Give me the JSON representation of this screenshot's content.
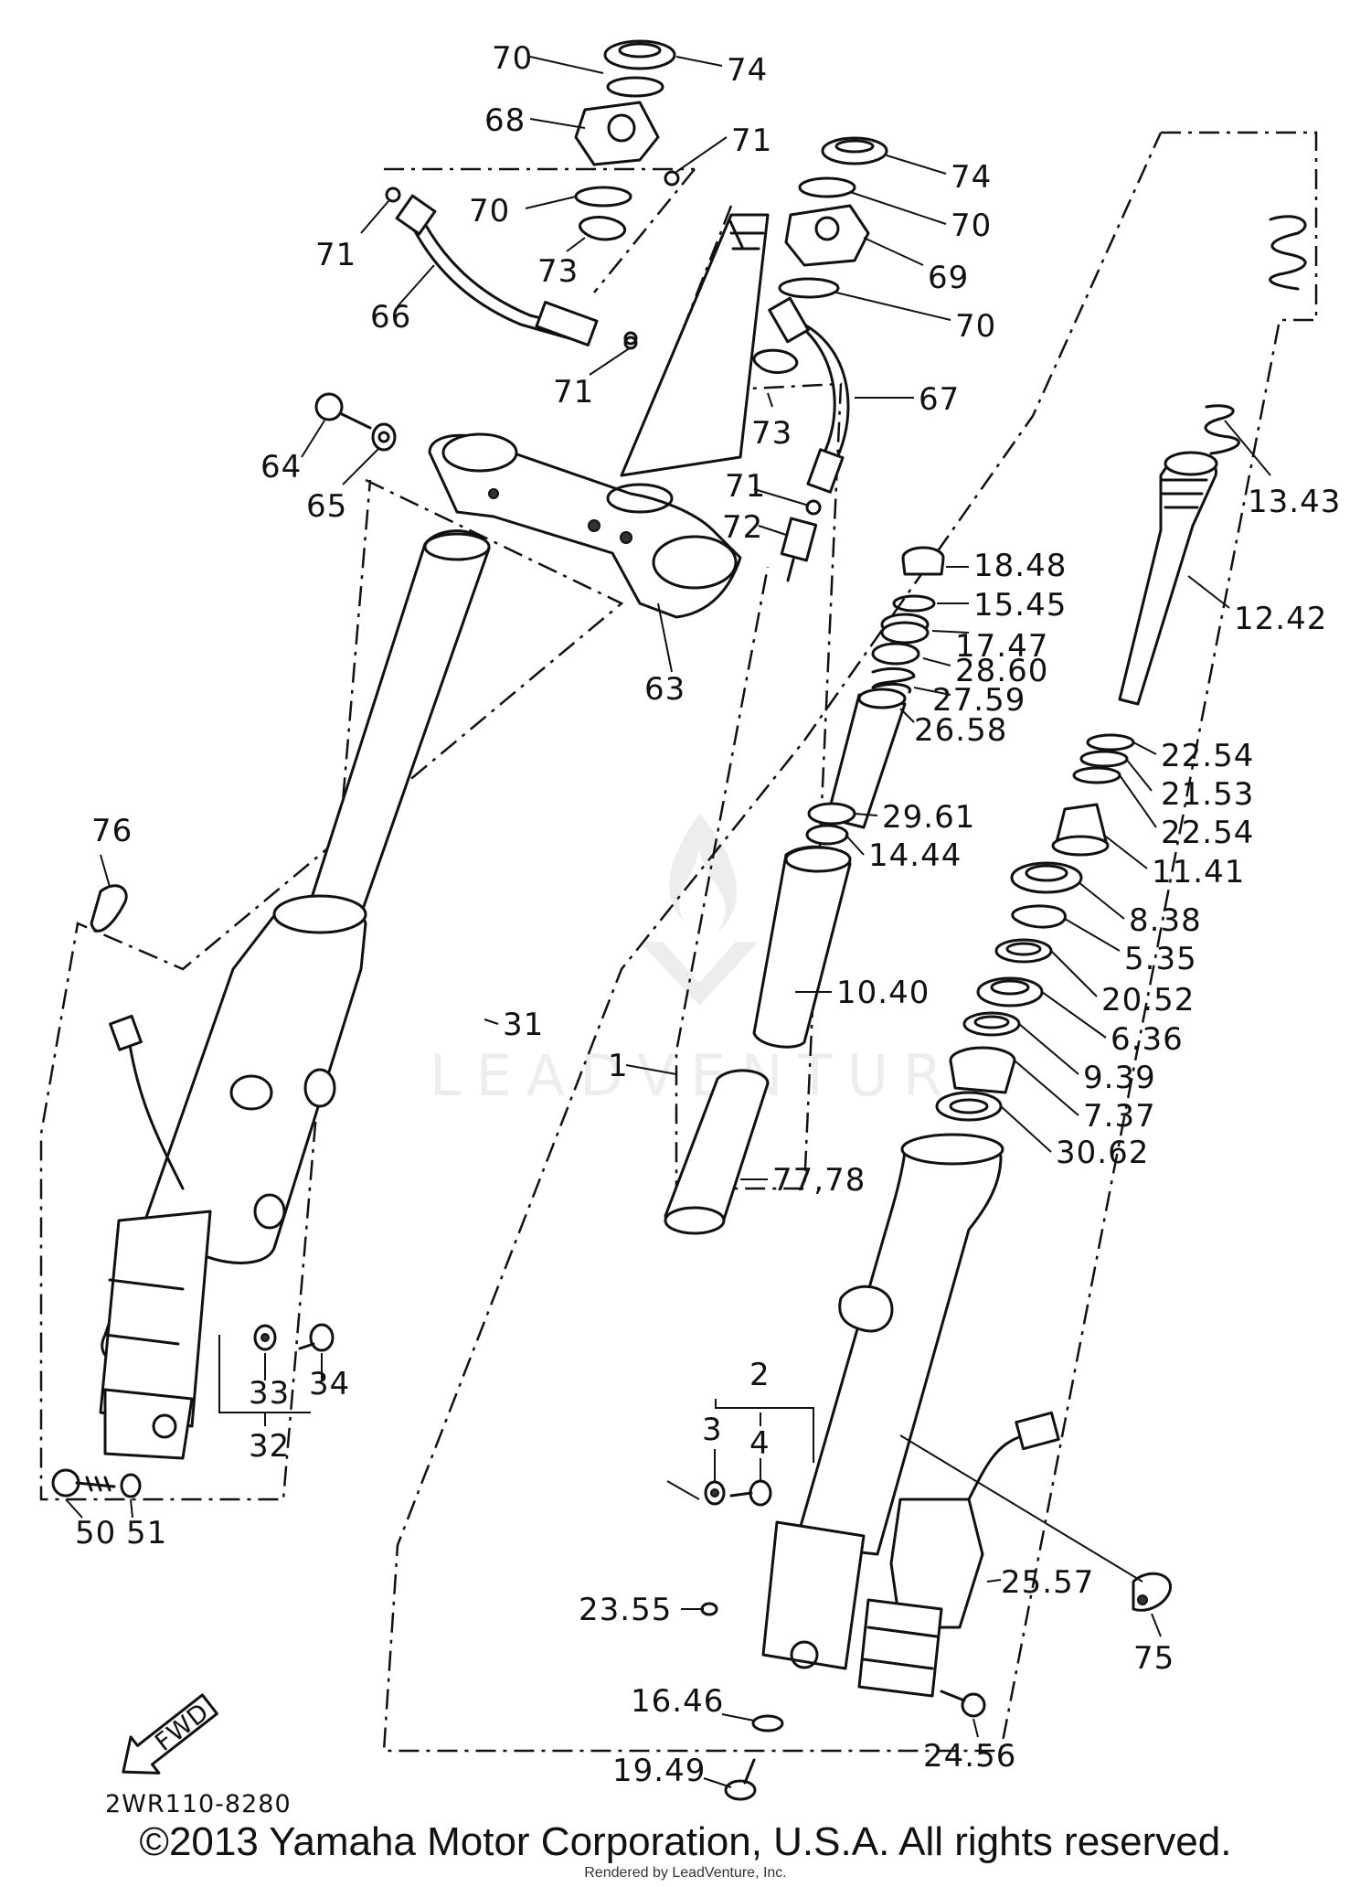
{
  "diagram": {
    "callouts": {
      "c70a": "70",
      "c74a": "74",
      "c68": "68",
      "c71a": "71",
      "c74b": "74",
      "c70b": "70",
      "c71b": "71",
      "c73a": "73",
      "c70c": "70",
      "c69": "69",
      "c66": "66",
      "c70d": "70",
      "c71c": "71",
      "c67": "67",
      "c73b": "73",
      "c64": "64",
      "c65": "65",
      "c71d": "71",
      "c72": "72",
      "c63": "63",
      "c13_43": "13.43",
      "c18_48": "18.48",
      "c15_45": "15.45",
      "c12_42": "12.42",
      "c17_47": "17.47",
      "c28_60": "28.60",
      "c27_59": "27.59",
      "c26_58": "26.58",
      "c22_54a": "22.54",
      "c21_53": "21.53",
      "c22_54b": "22.54",
      "c29_61": "29.61",
      "c14_44": "14.44",
      "c11_41": "11.41",
      "c8_38": "8.38",
      "c76": "76",
      "c5_35": "5.35",
      "c20_52": "20.52",
      "c10_40": "10.40",
      "c6_36": "6.36",
      "c31": "31",
      "c1": "1",
      "c9_39": "9.39",
      "c7_37": "7.37",
      "c30_62": "30.62",
      "c77_78": "77,78",
      "c33": "33",
      "c34": "34",
      "c32": "32",
      "c2": "2",
      "c3": "3",
      "c4": "4",
      "c50": "50",
      "c51": "51",
      "c23_55": "23.55",
      "c25_57": "25.57",
      "c75": "75",
      "c16_46": "16.46",
      "c19_49": "19.49",
      "c24_56": "24.56"
    },
    "fwd_label": "FWD",
    "diagram_code": "2WR110-8280"
  },
  "footer": {
    "copyright": "©2013 Yamaha Motor Corporation, U.S.A. All rights reserved.",
    "rendered_by": "Rendered by LeadVenture, Inc."
  },
  "watermark": {
    "text": "LEADVENTURE"
  }
}
